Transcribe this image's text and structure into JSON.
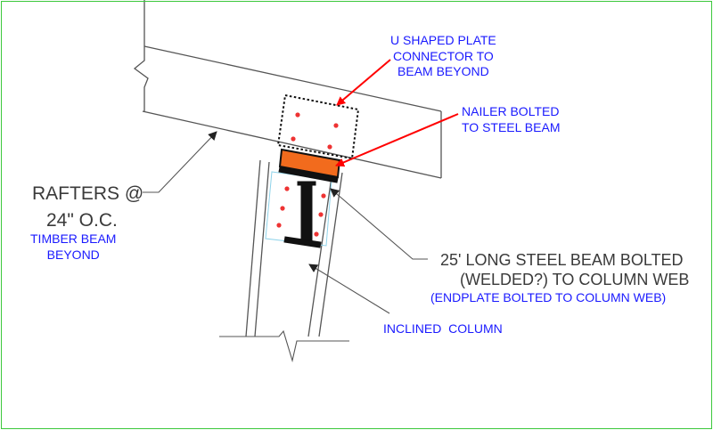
{
  "colors": {
    "annotation_blue": "#1a1aff",
    "arrow_red": "#ff0000",
    "nailer_orange": "#f26b1d",
    "bolt_red": "#ee3333",
    "frame_green": "#3cc83c",
    "line_gray": "#555555"
  },
  "labels": {
    "u_plate": [
      "U SHAPED PLATE",
      "CONNECTOR TO",
      "BEAM BEYOND"
    ],
    "nailer": [
      "NAILER BOLTED",
      "TO STEEL BEAM"
    ],
    "rafters": [
      "RAFTERS @",
      "24\" O.C."
    ],
    "timber_beam": [
      "TIMBER BEAM",
      "BEYOND"
    ],
    "steel_beam": [
      "25' LONG STEEL BEAM BOLTED",
      "(WELDED?) TO COLUMN WEB"
    ],
    "endplate": "(ENDPLATE BOLTED TO COLUMN WEB)",
    "column": "INCLINED  COLUMN"
  }
}
